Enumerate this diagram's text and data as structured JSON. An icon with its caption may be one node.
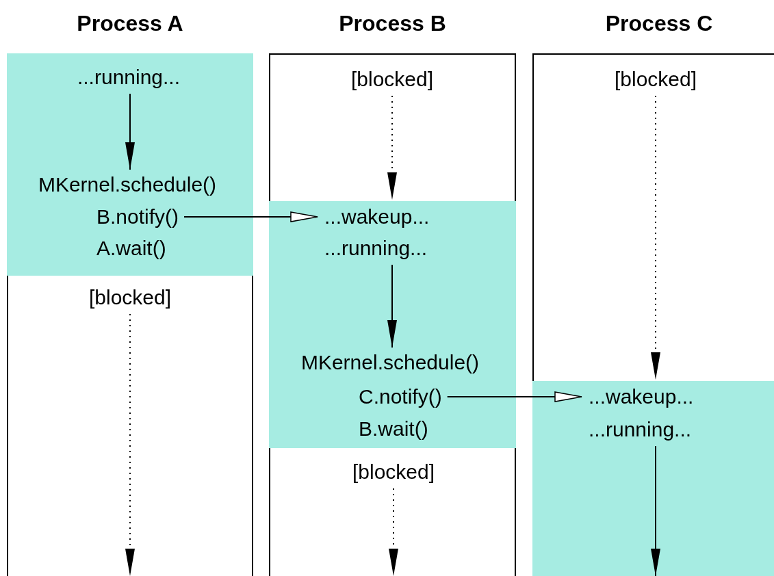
{
  "diagram": {
    "nodes": [
      {
        "text": [
          "Process A"
        ]
      },
      {
        "text": [],
        "shape": "box",
        "in": 0
      },
      {
        "text": [
          "...running..."
        ],
        "in": 1
      },
      {
        "text": [
          "MKernel.schedule()"
        ],
        "in": 1
      },
      {
        "text": [
          "B.notify()"
        ],
        "in": 1
      },
      {
        "text": [
          "A.wait()"
        ],
        "in": 1
      },
      {
        "text": [
          "[blocked]"
        ],
        "in": 0
      },
      {
        "text": [
          "Process B"
        ]
      },
      {
        "text": [
          "[blocked]"
        ],
        "in": 7
      },
      {
        "text": [],
        "shape": "box",
        "in": 7
      },
      {
        "text": [
          "...wakeup..."
        ],
        "in": 9
      },
      {
        "text": [
          "...running..."
        ],
        "in": 9
      },
      {
        "text": [
          "MKernel.schedule()"
        ],
        "in": 9
      },
      {
        "text": [
          "C.notify()"
        ],
        "in": 9
      },
      {
        "text": [
          "B.wait()"
        ],
        "in": 9
      },
      {
        "text": [
          "[blocked]"
        ],
        "in": 7
      },
      {
        "text": [
          "Process C"
        ]
      },
      {
        "text": [
          "[blocked]"
        ],
        "in": 16
      },
      {
        "text": [],
        "shape": "box",
        "in": 16
      },
      {
        "text": [
          "...wakeup..."
        ],
        "in": 18
      },
      {
        "text": [
          "...running..."
        ],
        "in": 18
      }
    ],
    "edges": [
      {
        "from": 2,
        "to": 3,
        "arrow": "to"
      },
      {
        "from": 6,
        "to": null,
        "arrow": "to",
        "style": "dashed"
      },
      {
        "from": 4,
        "to": 10,
        "arrow": "to"
      },
      {
        "from": 8,
        "to": 9,
        "arrow": "to",
        "style": "dashed"
      },
      {
        "from": 11,
        "to": 12,
        "arrow": "to"
      },
      {
        "from": 15,
        "to": null,
        "arrow": "to",
        "style": "dashed"
      },
      {
        "from": 13,
        "to": 19,
        "arrow": "to"
      },
      {
        "from": 17,
        "to": 18,
        "arrow": "to",
        "style": "dashed"
      },
      {
        "from": 20,
        "to": null,
        "arrow": "to"
      }
    ]
  }
}
